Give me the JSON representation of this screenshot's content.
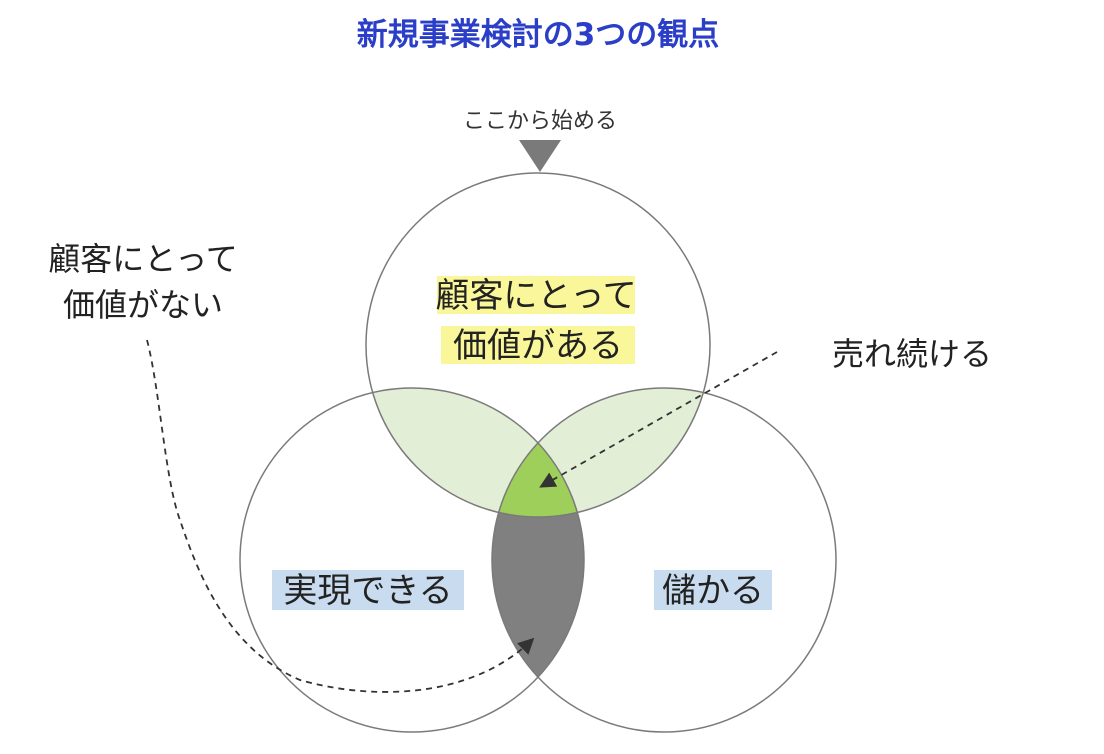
{
  "title": "新規事業検討の3つの観点",
  "start_label": "ここから始める",
  "circles": {
    "top": {
      "line1": "顧客にとって",
      "line2": "価値がある"
    },
    "left": {
      "label": "実現できる"
    },
    "right": {
      "label": "儲かる"
    }
  },
  "annotations": {
    "sell": "売れ続ける",
    "no_value_line1": "顧客にとって",
    "no_value_line2": "価値がない"
  },
  "colors": {
    "title": "#2a3ec8",
    "circle_stroke": "#7a7a7a",
    "top_pair_overlap": "#e3eed6",
    "center_overlap": "#9ecf5a",
    "bottom_overlap": "#808080",
    "highlight_yellow": "#f9f79a",
    "highlight_blue": "#c9dbef",
    "arrow": "#333333"
  }
}
